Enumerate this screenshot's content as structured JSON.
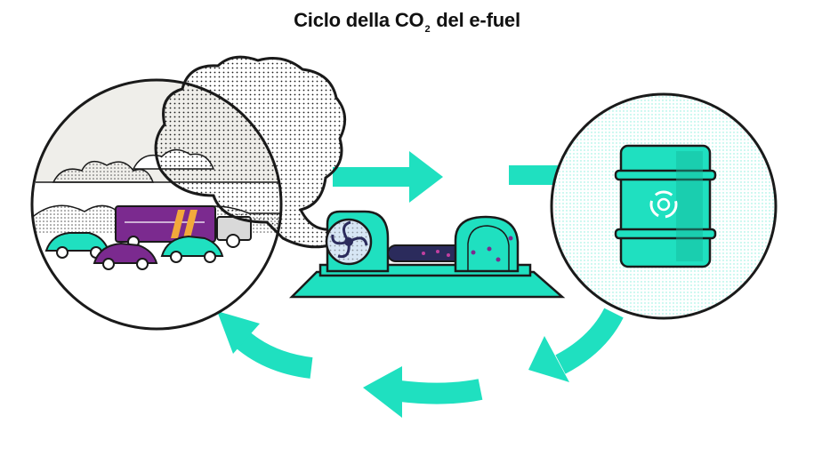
{
  "title": {
    "prefix": "Ciclo della CO",
    "subscript": "2",
    "suffix": " del e-fuel"
  },
  "colors": {
    "teal": "#1fe0c0",
    "teal_dark": "#14b89c",
    "purple": "#7b2a8f",
    "navy": "#2b2b5c",
    "orange": "#f2a93b",
    "outline": "#1a1a1a",
    "sky": "#efeeea"
  },
  "icons": {
    "traffic": "vehicles-emitting-co2-icon",
    "plant": "co2-capture-plant-icon",
    "barrel": "e-fuel-barrel-icon"
  }
}
